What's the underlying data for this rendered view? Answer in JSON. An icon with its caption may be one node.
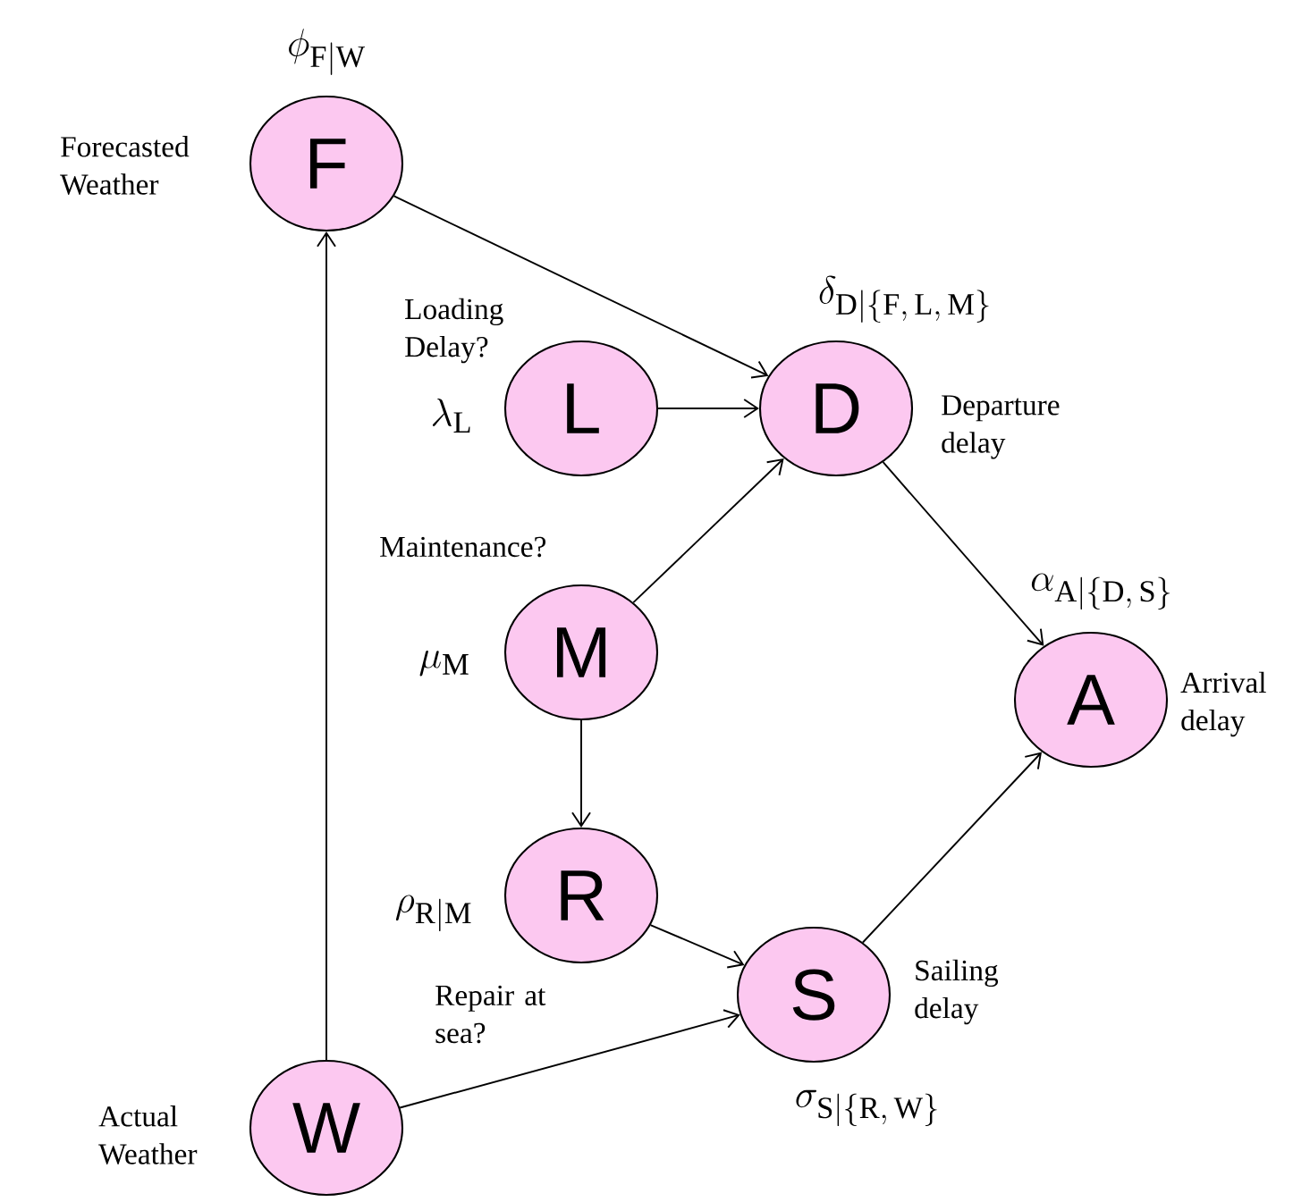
{
  "diagram": {
    "nodes": [
      {
        "text": [
          "F"
        ],
        "beside": [
          "\\phi_{\\mathrm{F|W}}",
          "Forecasted Weather"
        ]
      },
      {
        "text": [
          "L"
        ],
        "beside": [
          "Loading Delay?",
          "\\lambda_{\\mathrm{L}}"
        ]
      },
      {
        "text": [
          "D"
        ],
        "beside": [
          "\\delta_{\\mathrm{D|\\{F,\\,L,\\,M\\}}}",
          "Departure delay"
        ]
      },
      {
        "text": [
          "M"
        ],
        "beside": [
          "Maintenance?",
          "\\mu_{\\mathrm{M}}"
        ]
      },
      {
        "text": [
          "A"
        ],
        "beside": [
          "\\alpha_{\\mathrm{A|\\{D,\\,S\\}}}",
          "Arrival delay"
        ]
      },
      {
        "text": [
          "R"
        ],
        "beside": [
          "\\rho_{\\mathrm{R|M}}",
          "Repair at sea?"
        ]
      },
      {
        "text": [
          "S"
        ],
        "beside": [
          "Sailing delay",
          "\\sigma_{\\mathrm{S|\\{R,\\,W\\}}}"
        ]
      },
      {
        "text": [
          "W"
        ],
        "beside": [
          "Actual Weather"
        ]
      }
    ],
    "edges": [
      {
        "from": 0,
        "to": 2,
        "arrow": "to"
      },
      {
        "from": 1,
        "to": 2,
        "arrow": "to"
      },
      {
        "from": 3,
        "to": 2,
        "arrow": "to"
      },
      {
        "from": 2,
        "to": 4,
        "arrow": "to"
      },
      {
        "from": 3,
        "to": 5,
        "arrow": "to"
      },
      {
        "from": 5,
        "to": 6,
        "arrow": "to"
      },
      {
        "from": 6,
        "to": 4,
        "arrow": "to"
      },
      {
        "from": 7,
        "to": 6,
        "arrow": "to"
      },
      {
        "from": 7,
        "to": 0,
        "arrow": "to"
      }
    ]
  }
}
